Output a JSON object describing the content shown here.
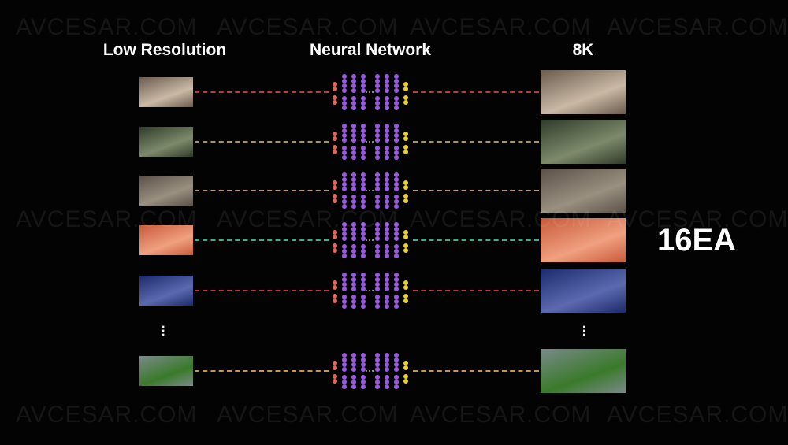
{
  "headers": {
    "left": "Low Resolution",
    "middle": "Neural Network",
    "right": "8K"
  },
  "badge": "16EA",
  "watermark": "AVCESAR.COM",
  "rows": [
    {
      "kind": "video",
      "thumb": "video-call",
      "line_color": "#c0393b",
      "colors": [
        "#6b5b4e",
        "#c9b9a5"
      ]
    },
    {
      "kind": "video",
      "thumb": "cellist",
      "line_color": "#a89a4a",
      "colors": [
        "#2f3b2a",
        "#7e8a6a"
      ]
    },
    {
      "kind": "video",
      "thumb": "couple",
      "line_color": "#c09a70",
      "colors": [
        "#5a5048",
        "#9a9080"
      ]
    },
    {
      "kind": "video",
      "thumb": "sunset-sea",
      "line_color": "#3fae8c",
      "colors": [
        "#c85a3a",
        "#f0a080"
      ]
    },
    {
      "kind": "video",
      "thumb": "news-anchor",
      "line_color": "#c0393b",
      "colors": [
        "#1b2a6a",
        "#5b6ab0"
      ]
    },
    {
      "kind": "ellipsis"
    },
    {
      "kind": "video",
      "thumb": "soccer",
      "line_color": "#c79550",
      "colors": [
        "#7a8a8a",
        "#3a7a2a"
      ]
    }
  ]
}
